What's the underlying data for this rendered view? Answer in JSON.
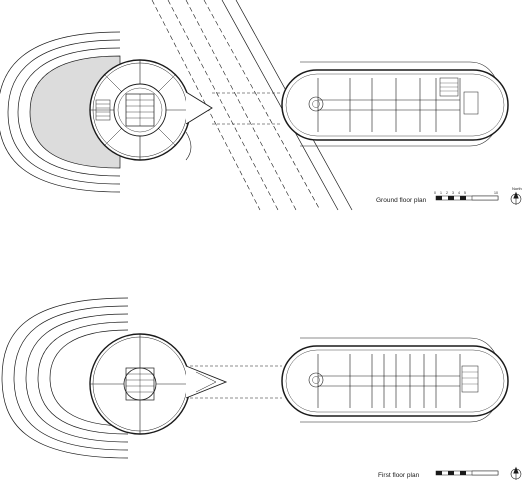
{
  "plans": [
    {
      "id": "ground",
      "caption": "Ground floor plan"
    },
    {
      "id": "first",
      "caption": "First floor plan"
    }
  ],
  "scale_bar": {
    "ticks": [
      "0",
      "1",
      "2",
      "3",
      "4",
      "5",
      "10"
    ]
  },
  "north_label": "North",
  "colors": {
    "line": "#1a1a1a",
    "shade": "#d9d9d9",
    "fill": "#ffffff"
  }
}
